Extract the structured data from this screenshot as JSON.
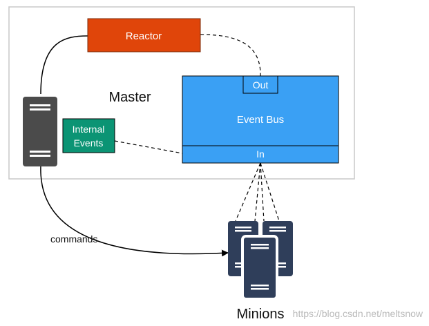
{
  "labels": {
    "reactor": "Reactor",
    "master": "Master",
    "out": "Out",
    "event_bus": "Event Bus",
    "in": "In",
    "internal_events_line1": "Internal",
    "internal_events_line2": "Events",
    "commands": "commands",
    "minions": "Minions",
    "watermark": "https://blog.csdn.net/meltsnow"
  },
  "colors": {
    "reactor": "#e0450a",
    "event_bus": "#3aa0f4",
    "internal_events": "#0b9474",
    "server": "#4b4b4b",
    "minion": "#2f3e5a",
    "master_border": "#c8c8c8"
  },
  "icons": {
    "master_server": "server-tower-icon",
    "minions": "server-cluster-icon"
  }
}
